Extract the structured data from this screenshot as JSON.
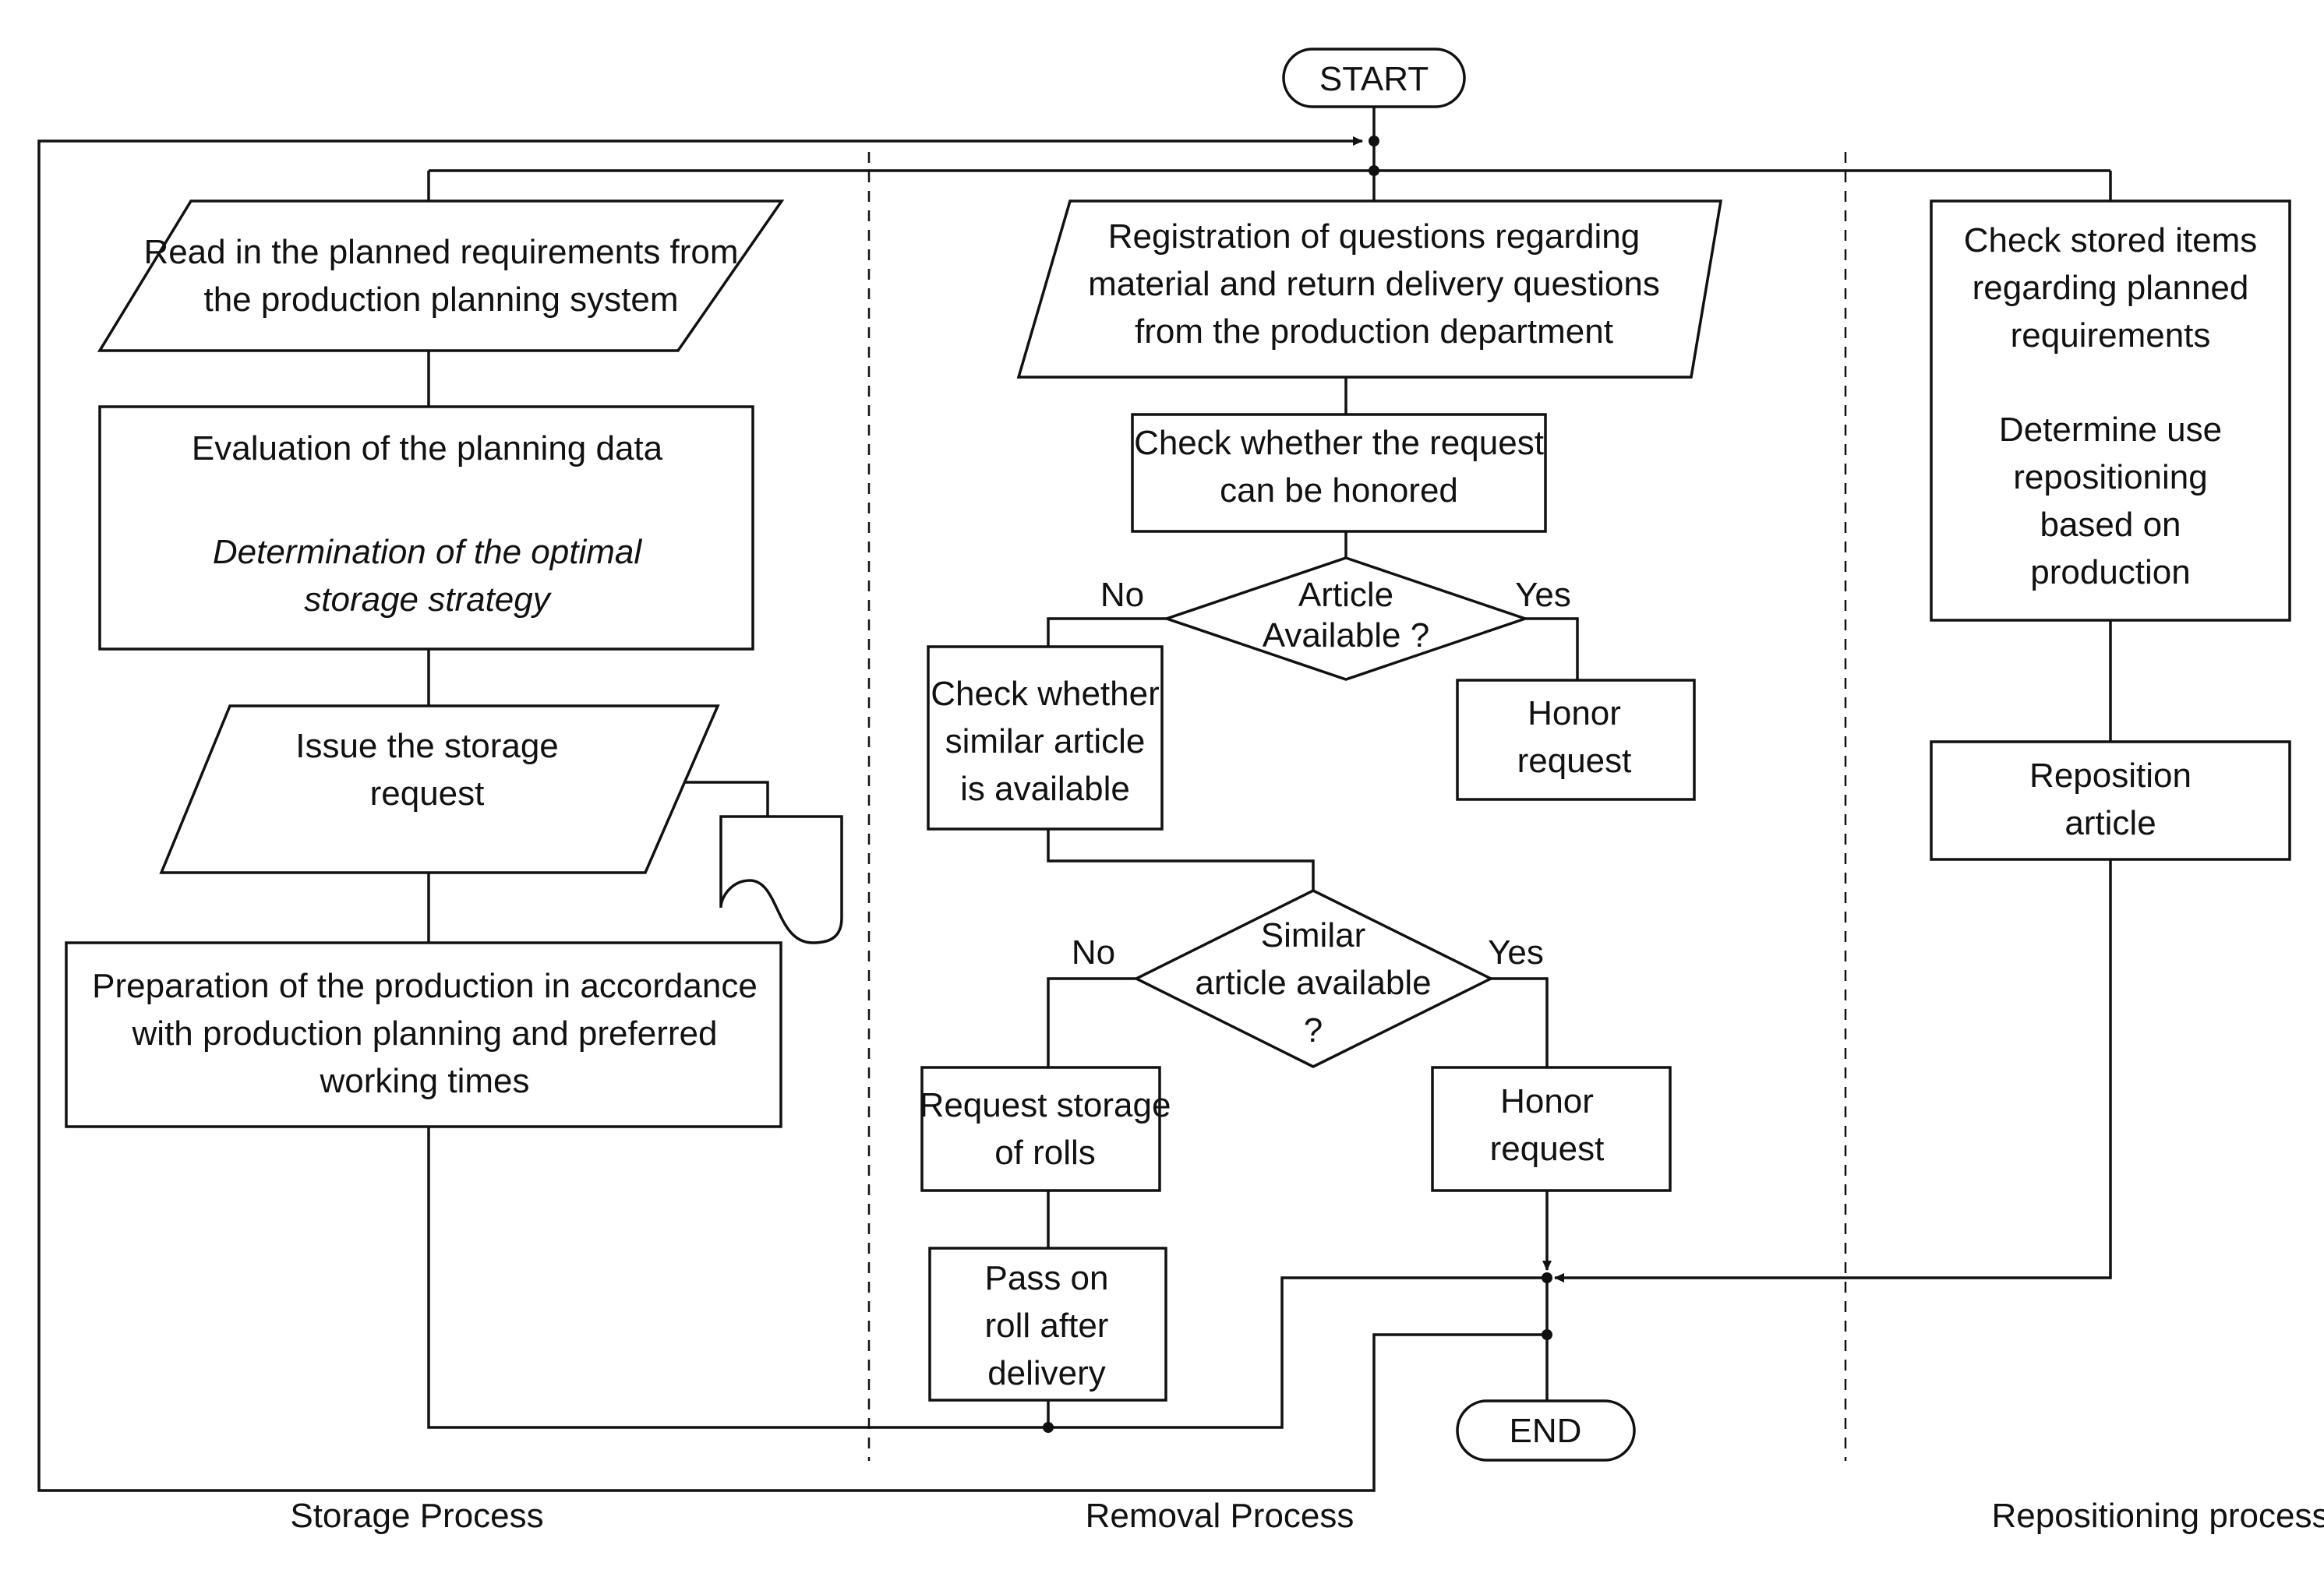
{
  "terminals": {
    "start": "START",
    "end": "END"
  },
  "storage": {
    "read_requirements": [
      "Read in the planned requirements from",
      "the production planning system"
    ],
    "evaluation": [
      "Evaluation of the planning data"
    ],
    "determination": [
      "Determination of the optimal",
      "storage strategy"
    ],
    "issue_request": [
      "Issue the storage",
      "request"
    ],
    "preparation": [
      "Preparation of the production in accordance",
      "with production planning and preferred",
      "working times"
    ]
  },
  "removal": {
    "registration": [
      "Registration of questions regarding",
      "material and return delivery questions",
      "from the production department"
    ],
    "check_request": [
      "Check whether the request",
      "can be honored"
    ],
    "article_available": [
      "Article",
      "Available ?"
    ],
    "check_similar": [
      "Check whether",
      "similar article",
      "is available"
    ],
    "honor_request_1": [
      "Honor",
      "request"
    ],
    "similar_available": [
      "Similar",
      "article available",
      "?"
    ],
    "request_storage": [
      "Request storage",
      "of rolls"
    ],
    "honor_request_2": [
      "Honor",
      "request"
    ],
    "pass_on_roll": [
      "Pass on",
      "roll after",
      "delivery"
    ]
  },
  "repositioning": {
    "check_stored": [
      "Check stored items",
      "regarding planned",
      "requirements"
    ],
    "determine_use": [
      "Determine use",
      "repositioning",
      "based on",
      "production"
    ],
    "reposition_article": [
      "Reposition",
      "article"
    ]
  },
  "branch_labels": {
    "no_1": "No",
    "yes_1": "Yes",
    "no_2": "No",
    "yes_2": "Yes"
  },
  "lanes": {
    "storage": "Storage Process",
    "removal": "Removal Process",
    "repositioning": "Repositioning process"
  }
}
